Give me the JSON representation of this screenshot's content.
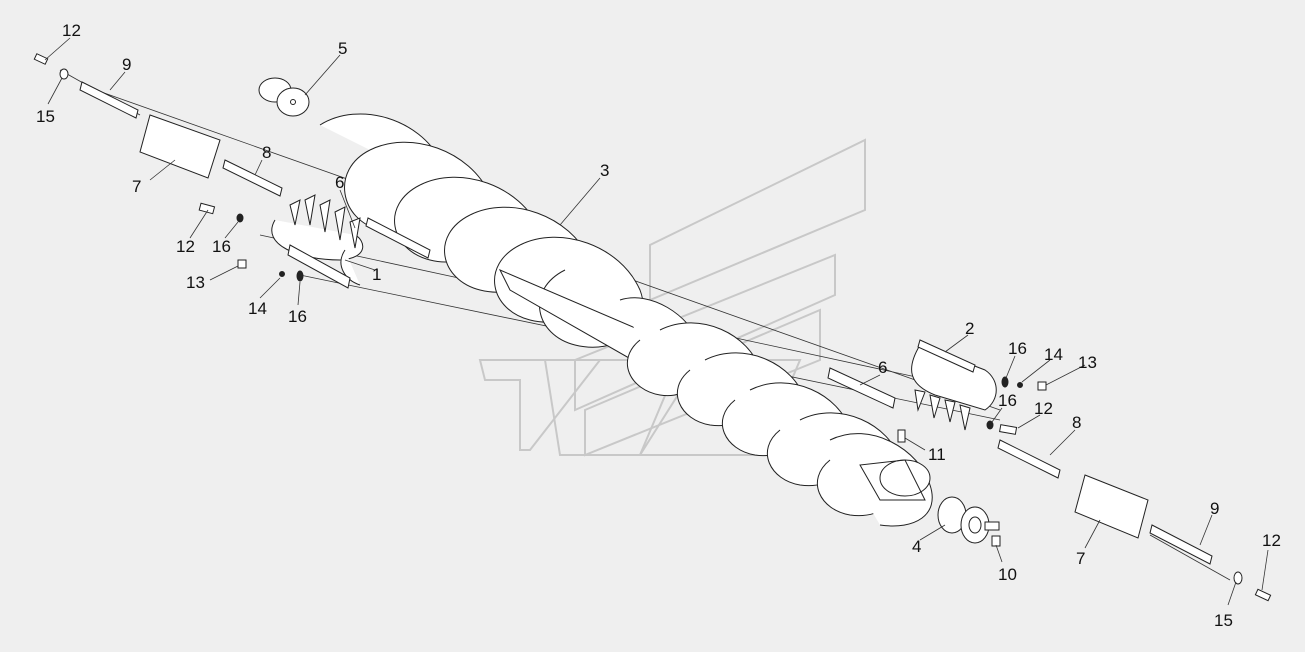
{
  "callouts": [
    {
      "id": "c-12-a",
      "text": "12"
    },
    {
      "id": "c-9-a",
      "text": "9"
    },
    {
      "id": "c-15-a",
      "text": "15"
    },
    {
      "id": "c-5",
      "text": "5"
    },
    {
      "id": "c-8-a",
      "text": "8"
    },
    {
      "id": "c-7-a",
      "text": "7"
    },
    {
      "id": "c-6-a",
      "text": "6"
    },
    {
      "id": "c-3",
      "text": "3"
    },
    {
      "id": "c-12-b",
      "text": "12"
    },
    {
      "id": "c-16-a",
      "text": "16"
    },
    {
      "id": "c-1",
      "text": "1"
    },
    {
      "id": "c-13-a",
      "text": "13"
    },
    {
      "id": "c-14-a",
      "text": "14"
    },
    {
      "id": "c-16-b",
      "text": "16"
    },
    {
      "id": "c-2",
      "text": "2"
    },
    {
      "id": "c-16-c",
      "text": "16"
    },
    {
      "id": "c-14-b",
      "text": "14"
    },
    {
      "id": "c-13-b",
      "text": "13"
    },
    {
      "id": "c-6-b",
      "text": "6"
    },
    {
      "id": "c-16-d",
      "text": "16"
    },
    {
      "id": "c-12-c",
      "text": "12"
    },
    {
      "id": "c-8-b",
      "text": "8"
    },
    {
      "id": "c-11",
      "text": "11"
    },
    {
      "id": "c-4",
      "text": "4"
    },
    {
      "id": "c-10",
      "text": "10"
    },
    {
      "id": "c-7-b",
      "text": "7"
    },
    {
      "id": "c-9-b",
      "text": "9"
    },
    {
      "id": "c-12-d",
      "text": "12"
    },
    {
      "id": "c-15-b",
      "text": "15"
    }
  ],
  "colors": {
    "background": "#efefef",
    "line": "#222222",
    "watermark": "#c9c9c9"
  }
}
